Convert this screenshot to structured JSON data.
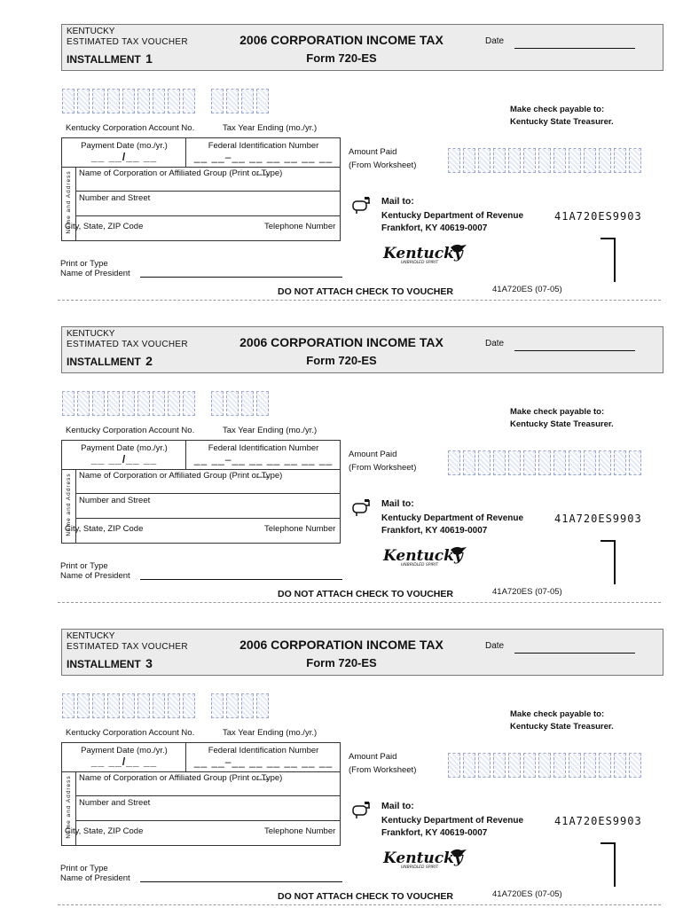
{
  "voucher": {
    "state": "KENTUCKY",
    "voucher_type": "ESTIMATED   TAX   VOUCHER",
    "installment_label": "INSTALLMENT",
    "title": "2006 CORPORATION INCOME TAX",
    "form": "Form  720-ES",
    "date_label": "Date",
    "account_label": "Kentucky Corporation Account No.",
    "tax_year_label": "Tax Year Ending (mo./yr.)",
    "payable_line1": "Make check payable to:",
    "payable_line2": "Kentucky State Treasurer.",
    "payment_date_label": "Payment Date (mo./yr.)",
    "payment_date_blank": "__ __/__ __",
    "fein_label": "Federal Identification Number",
    "fein_blank": "__ __–__ __ __ __ __ __ __",
    "name_address_label": "Name and Address",
    "name_label": "Name of Corporation or Affiliated Group (Print or Type)",
    "street_label": "Number and Street",
    "city_label": "City, State, ZIP Code",
    "telephone_label": "Telephone Number",
    "amount_paid_label": "Amount   Paid",
    "from_worksheet_label": "(From   Worksheet)",
    "mail_to_label": "Mail to:",
    "mail_department": "Kentucky Department of Revenue",
    "mail_city": "Frankfort,    KY  40619-0007",
    "ocr_code": "41A720ES9903",
    "logo_text": "Kentucky",
    "logo_tagline": "UNBRIDLED SPIRIT",
    "print_or_type": "Print or Type",
    "name_of_president": "Name  of  President",
    "no_attach_notice": "DO NOT ATTACH CHECK TO VOUCHER",
    "form_number": "41A720ES (07-05)"
  },
  "installments": [
    {
      "number": "1"
    },
    {
      "number": "2"
    },
    {
      "number": "3"
    }
  ]
}
